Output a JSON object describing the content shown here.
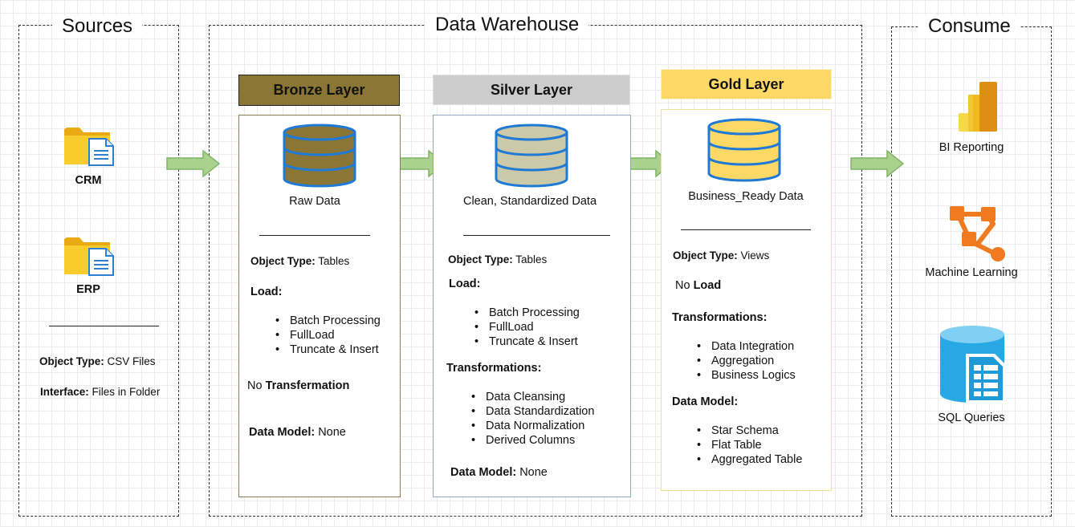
{
  "sources": {
    "title": "Sources",
    "items": [
      {
        "label": "CRM"
      },
      {
        "label": "ERP"
      }
    ],
    "object_type_label": "Object Type:",
    "object_type_value": " CSV Files",
    "interface_label": "Interface:",
    "interface_value": " Files in Folder"
  },
  "warehouse": {
    "title": "Data Warehouse",
    "bronze": {
      "header": "Bronze Layer",
      "data_label": "Raw Data",
      "object_type_label": "Object Type:",
      "object_type_value": " Tables",
      "load_label": "Load:",
      "load_items": [
        "Batch Processing",
        "FullLoad",
        "Truncate & Insert"
      ],
      "no_prefix": "No ",
      "no_bold": "Transfermation",
      "data_model_label": "Data Model:",
      "data_model_value": " None"
    },
    "silver": {
      "header": "Silver Layer",
      "data_label": "Clean, Standardized Data",
      "object_type_label": "Object Type:",
      "object_type_value": " Tables",
      "load_label": "Load:",
      "load_items": [
        "Batch Processing",
        "FullLoad",
        "Truncate & Insert"
      ],
      "transformations_label": "Transformations:",
      "transformations": [
        "Data Cleansing",
        "Data Standardization",
        "Data Normalization",
        "Derived Columns"
      ],
      "data_model_label": "Data Model:",
      "data_model_value": " None"
    },
    "gold": {
      "header": "Gold Layer",
      "data_label": "Business_Ready Data",
      "object_type_label": "Object Type:",
      "object_type_value": " Views",
      "no_prefix": "No ",
      "no_bold": "Load",
      "transformations_label": "Transformations:",
      "transformations": [
        "Data Integration",
        "Aggregation",
        "Business Logics"
      ],
      "data_model_label": "Data Model:",
      "data_model_items": [
        "Star Schema",
        "Flat Table",
        "Aggregated Table"
      ]
    }
  },
  "consume": {
    "title": "Consume",
    "items": [
      {
        "label": "BI Reporting"
      },
      {
        "label": "Machine Learning"
      },
      {
        "label": "SQL Queries"
      }
    ]
  },
  "colors": {
    "bronze_fill": "#8b7636",
    "bronze_border": "#8b7a55",
    "silver_fill": "#cccccc",
    "silver_border": "#8fa8c8",
    "silver_cyl": "#cbc9a8",
    "gold_fill": "#ffd966",
    "gold_border": "#f0e090",
    "gold_cyl": "#ffd966",
    "arrow_fill": "#aad18e",
    "arrow_stroke": "#82b366",
    "cyl_stroke": "#1f7ad6"
  }
}
